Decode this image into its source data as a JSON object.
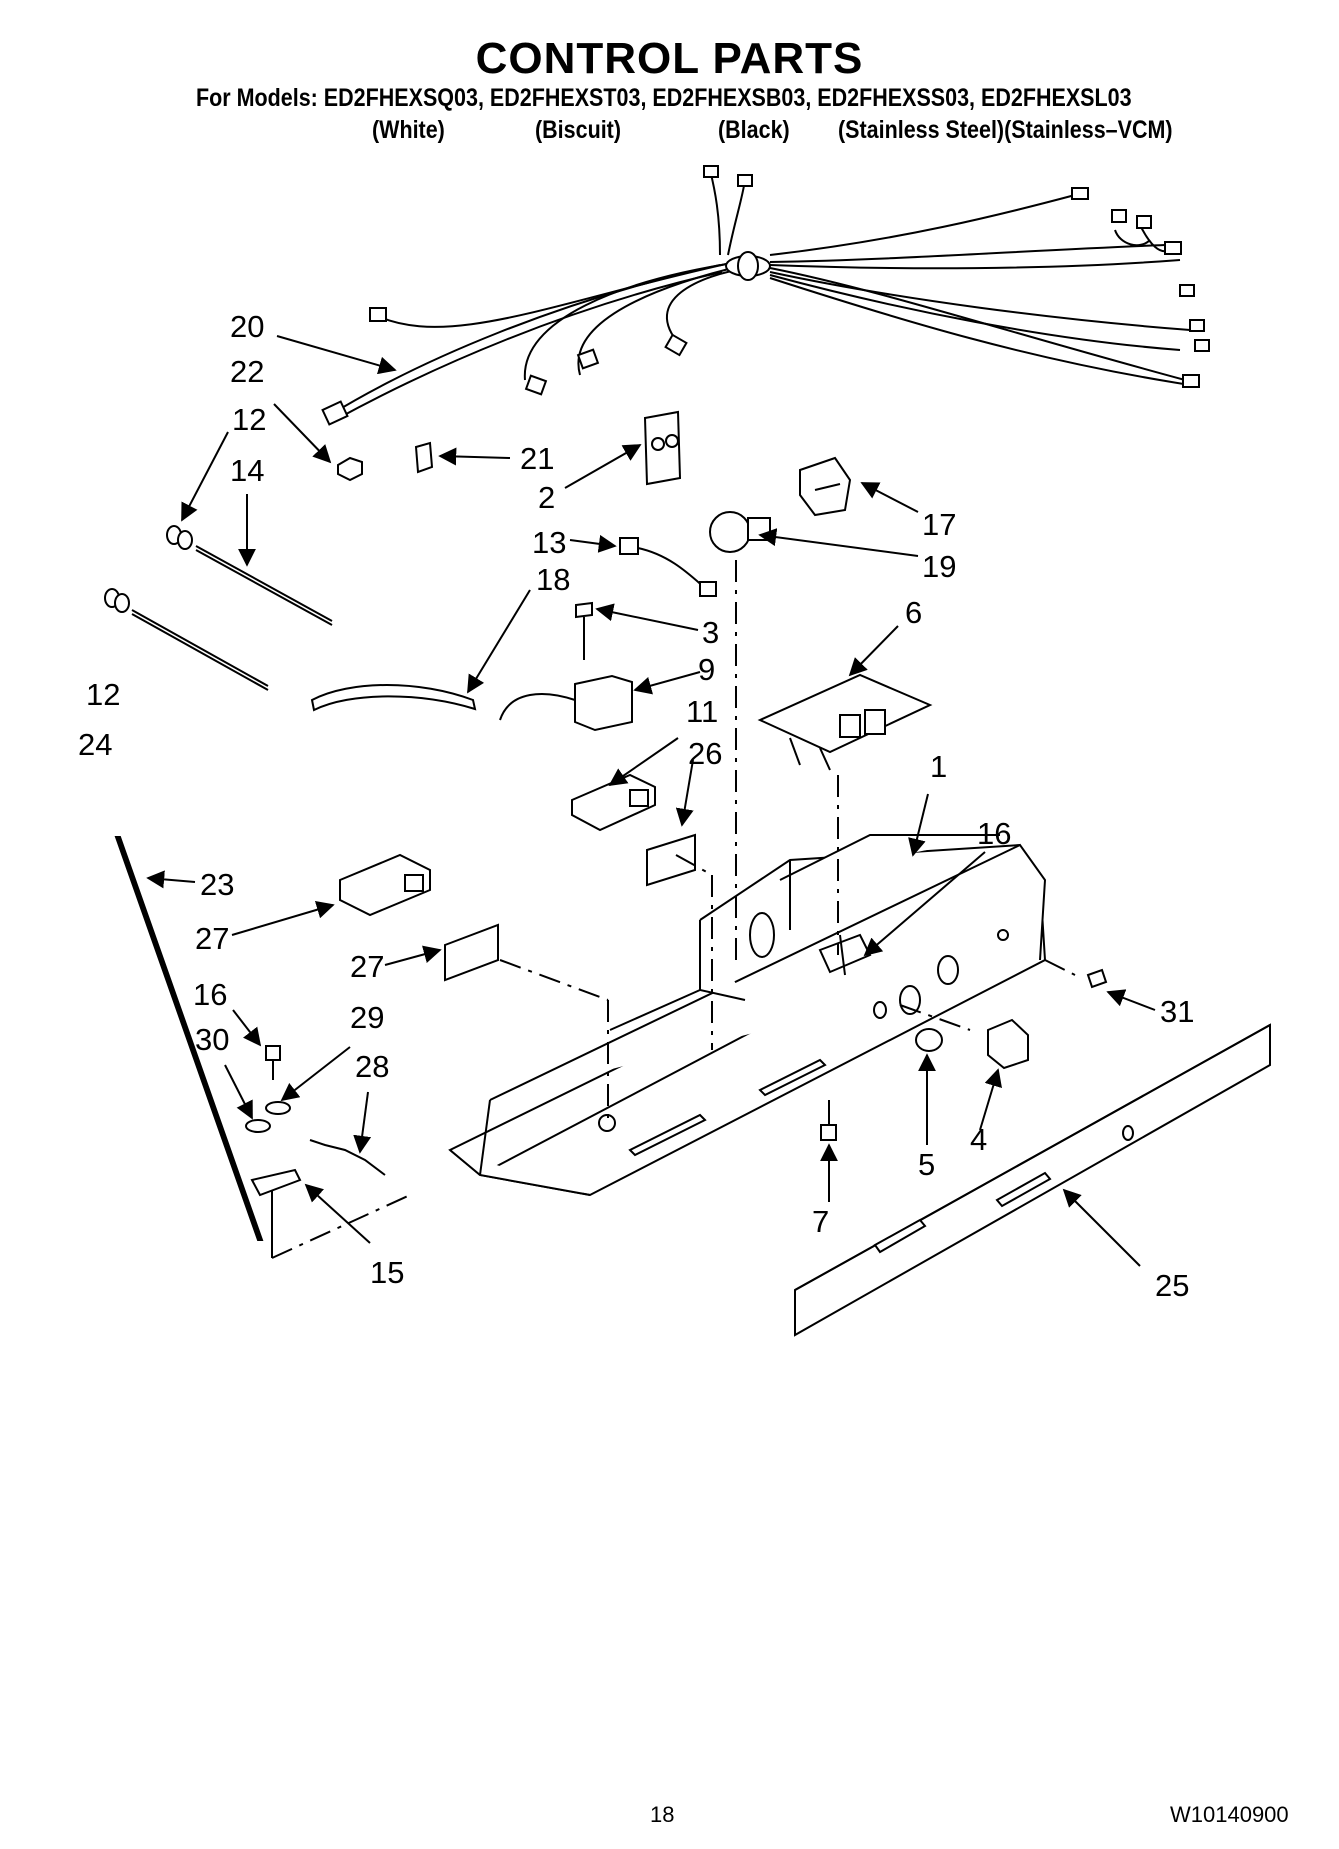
{
  "header": {
    "title": "CONTROL PARTS",
    "models_line": "For Models: ED2FHEXSQ03, ED2FHEXST03, ED2FHEXSB03, ED2FHEXSS03, ED2FHEXSL03",
    "variants": [
      "(White)",
      "(Biscuit)",
      "(Black)",
      "(Stainless Steel)(Stainless–VCM)"
    ]
  },
  "callouts": [
    "20",
    "22",
    "12",
    "14",
    "12",
    "24",
    "21",
    "2",
    "17",
    "13",
    "19",
    "18",
    "3",
    "6",
    "9",
    "11",
    "26",
    "1",
    "16",
    "23",
    "27",
    "27",
    "16",
    "29",
    "30",
    "28",
    "31",
    "4",
    "5",
    "7",
    "15",
    "25"
  ],
  "footer": {
    "page_number": "18",
    "document_number": "W10140900"
  }
}
